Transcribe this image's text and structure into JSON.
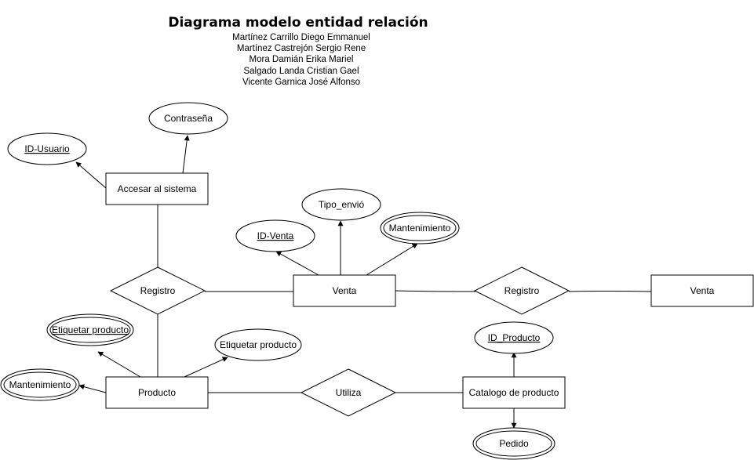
{
  "header": {
    "title": "Diagrama modelo entidad relación",
    "authors": [
      "Martínez Carrillo Diego Emmanuel",
      "Martínez Castrejón Sergio Rene",
      "Mora Damián Erika Mariel",
      "Salgado Landa Cristian Gael",
      "Vicente Garnica José Alfonso"
    ]
  },
  "entities": {
    "acceso": "Accesar al sistema",
    "venta": "Venta",
    "venta_externa": "Venta",
    "producto": "Producto",
    "catalogo": "Catalogo de producto"
  },
  "relationships": {
    "registro_left": "Registro",
    "registro_right": "Registro",
    "utiliza": "Utiliza"
  },
  "attributes": {
    "contrasena": "Contraseña",
    "id_usuario": "ID-Usuario",
    "tipo_envio": "Tipo_envió",
    "id_venta": "ID-Venta",
    "mantenimiento_venta": "Mantenimiento",
    "etiquetar_producto_key": "Etiquetar producto",
    "etiquetar_producto": "Etiquetar producto",
    "mantenimiento_producto": "Mantenimiento",
    "id_producto": "ID_Producto",
    "pedido": "Pedido"
  }
}
